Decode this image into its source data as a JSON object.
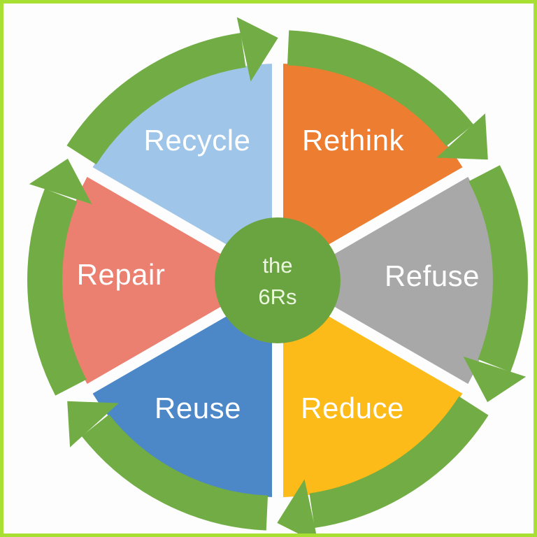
{
  "diagram": {
    "type": "cycle-wheel",
    "direction": "clockwise",
    "center": {
      "line1": "the",
      "line2": "6Rs"
    },
    "colors": {
      "background": "#FDFDFD",
      "frame_border": "#A8DF33",
      "ring_green": "#71AD44",
      "center_green": "#69A440",
      "label_text": "#FFFFFF",
      "center_text": "#ECF7DF"
    },
    "segments": [
      {
        "label": "Rethink",
        "color": "#ED7D31",
        "start_deg": 0,
        "end_deg": 60
      },
      {
        "label": "Refuse",
        "color": "#A8A8A8",
        "start_deg": 60,
        "end_deg": 120
      },
      {
        "label": "Reduce",
        "color": "#FCBB18",
        "start_deg": 120,
        "end_deg": 180
      },
      {
        "label": "Reuse",
        "color": "#4C87C8",
        "start_deg": 180,
        "end_deg": 240
      },
      {
        "label": "Repair",
        "color": "#EC8070",
        "start_deg": 240,
        "end_deg": 300
      },
      {
        "label": "Recycle",
        "color": "#9FC5E8",
        "start_deg": 300,
        "end_deg": 360
      }
    ]
  }
}
